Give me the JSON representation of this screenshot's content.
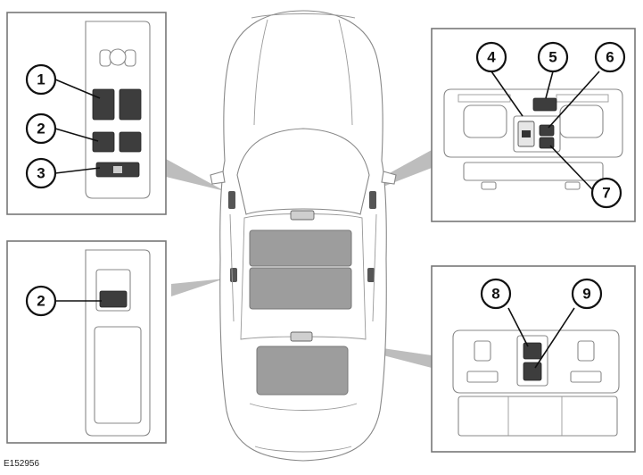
{
  "figure_code": "E152956",
  "callouts": [
    {
      "id": "1",
      "label": "1"
    },
    {
      "id": "2",
      "label": "2"
    },
    {
      "id": "3",
      "label": "3"
    },
    {
      "id": "2b",
      "label": "2"
    },
    {
      "id": "4",
      "label": "4"
    },
    {
      "id": "5",
      "label": "5"
    },
    {
      "id": "6",
      "label": "6"
    },
    {
      "id": "7",
      "label": "7"
    },
    {
      "id": "8",
      "label": "8"
    },
    {
      "id": "9",
      "label": "9"
    }
  ],
  "colors": {
    "line": "#111111",
    "panel_border": "#777777",
    "switch_dark": "#3d3d3d",
    "glass": "#9d9d9d",
    "pointer_wedge": "#bdbdbd"
  }
}
